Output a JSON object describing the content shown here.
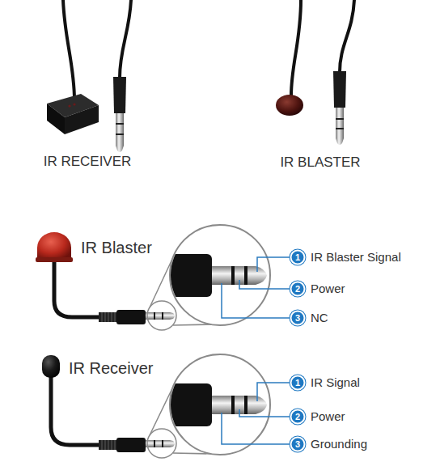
{
  "diagram": {
    "labels": [
      "IR RECEIVER",
      "IR BLASTER",
      "IR Blaster",
      "1",
      "IR Blaster Signal",
      "2",
      "Power",
      "3",
      "NC",
      "IR Receiver",
      "1",
      "IR Signal",
      "2",
      "Power",
      "3",
      "Grounding"
    ]
  }
}
